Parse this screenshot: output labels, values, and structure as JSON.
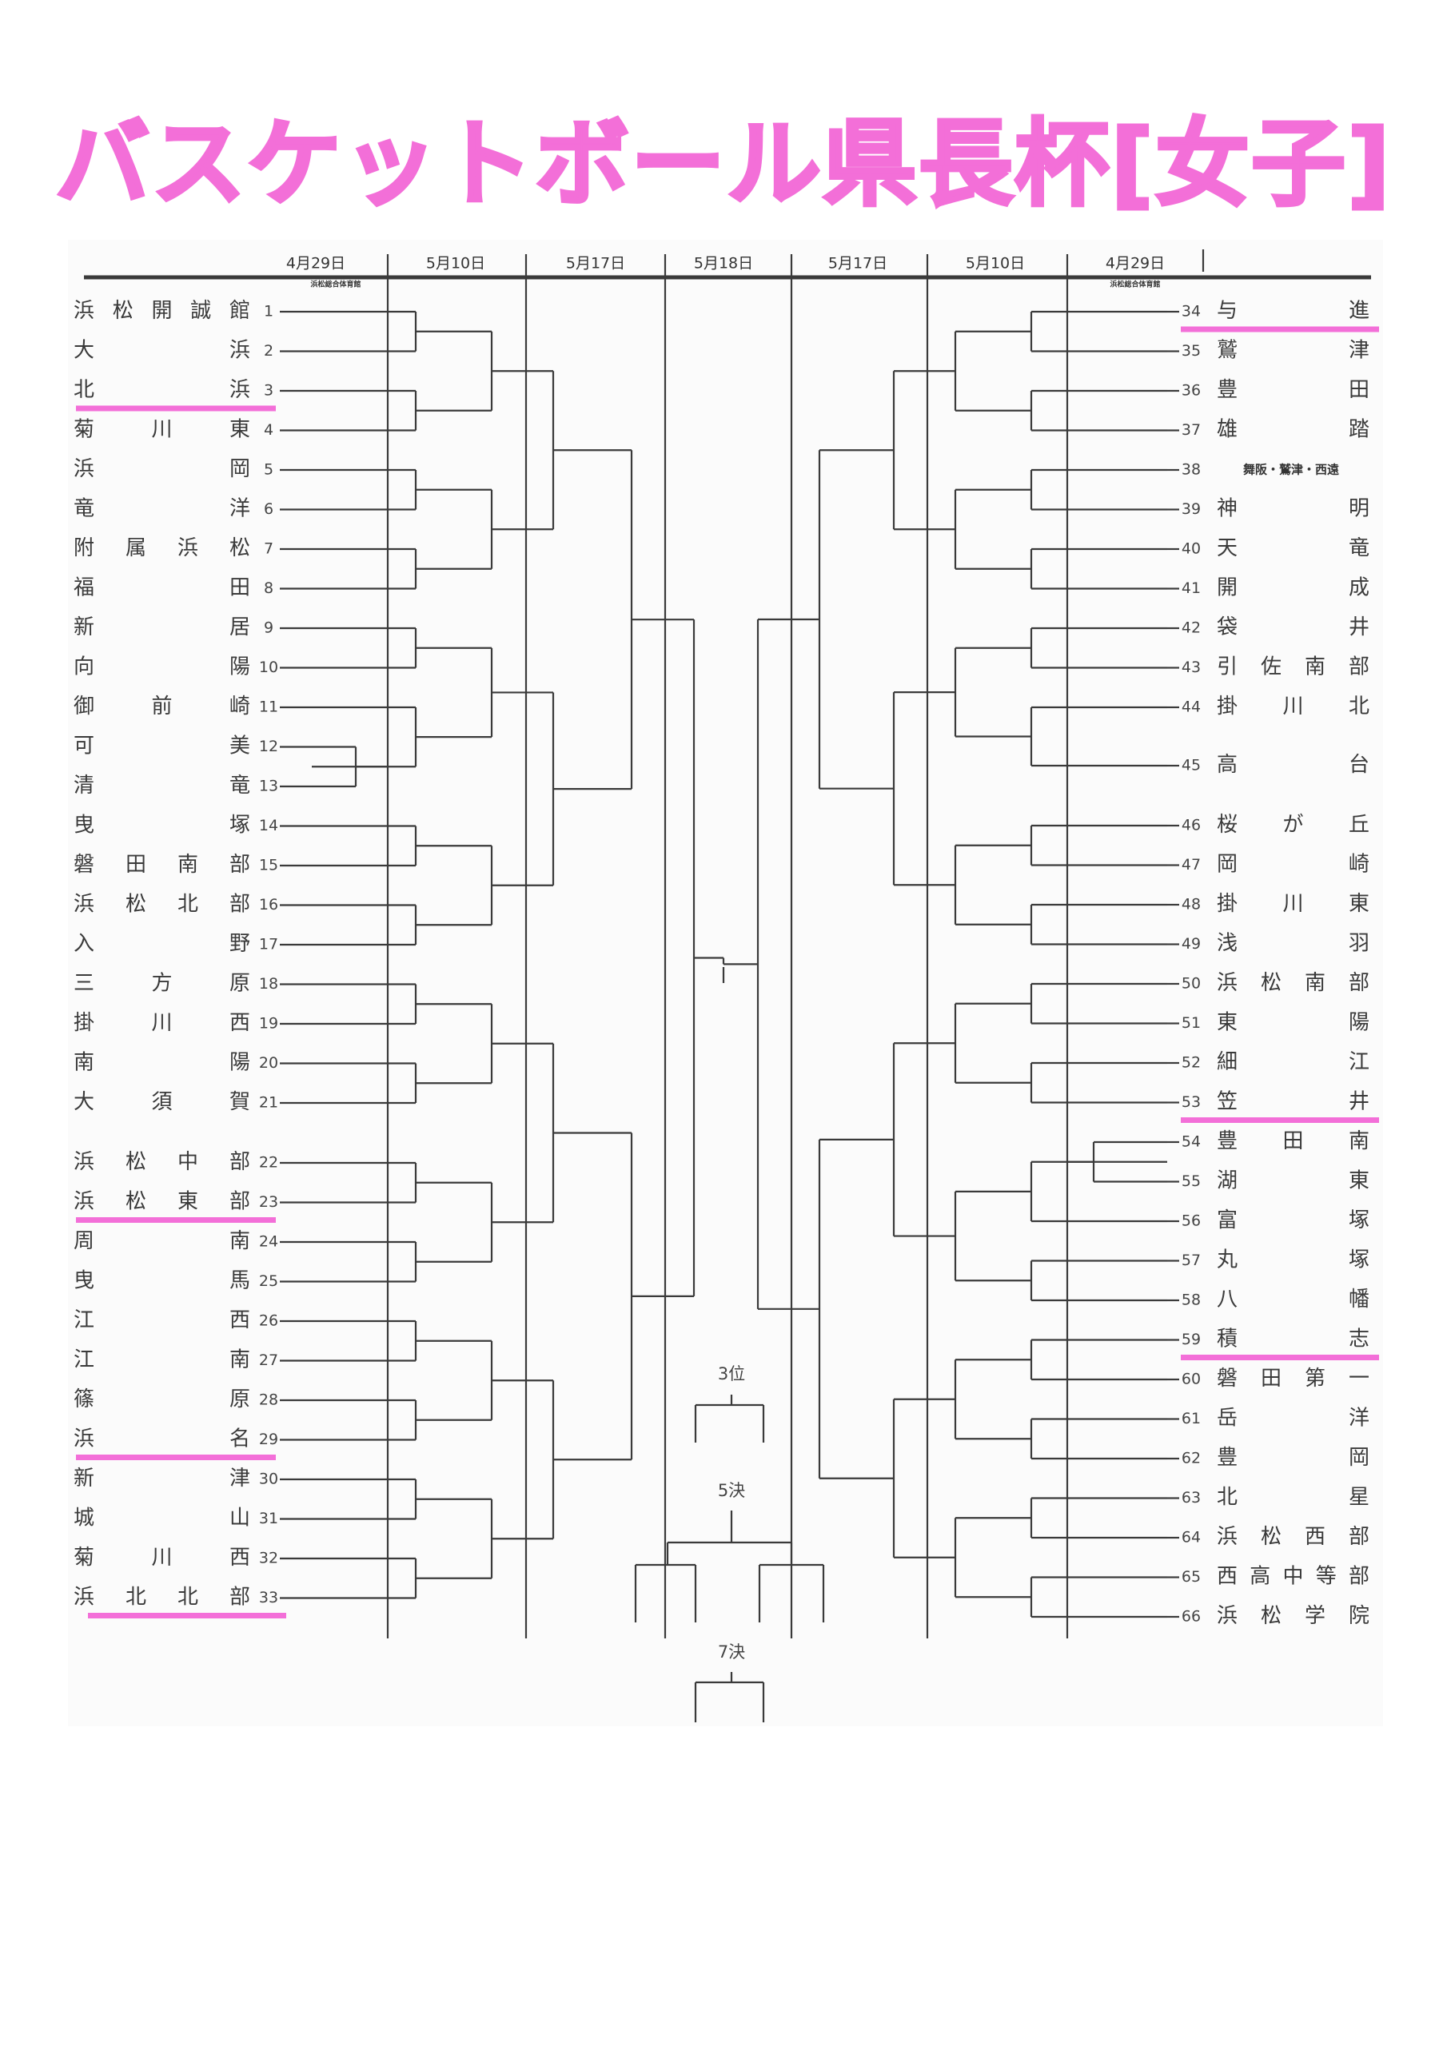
{
  "title": "バスケットボール県長杯[女子]",
  "colors": {
    "title": "#f36fd8",
    "highlight": "#f36fd8",
    "line": "#3a3a3a"
  },
  "round_dates": [
    "4月29日",
    "5月10日",
    "5月17日",
    "5月18日",
    "5月17日",
    "5月10日",
    "4月29日"
  ],
  "venue_note": "浜松総合体育館",
  "left_teams": [
    {
      "num": "1",
      "chars": [
        "浜",
        "松",
        "開",
        "誠",
        "館"
      ]
    },
    {
      "num": "2",
      "chars": [
        "大",
        "浜"
      ]
    },
    {
      "num": "3",
      "chars": [
        "北",
        "浜"
      ]
    },
    {
      "num": "4",
      "chars": [
        "菊",
        "川",
        "東"
      ]
    },
    {
      "num": "5",
      "chars": [
        "浜",
        "岡"
      ]
    },
    {
      "num": "6",
      "chars": [
        "竜",
        "洋"
      ]
    },
    {
      "num": "7",
      "chars": [
        "附",
        "属",
        "浜",
        "松"
      ]
    },
    {
      "num": "8",
      "chars": [
        "福",
        "田"
      ]
    },
    {
      "num": "9",
      "chars": [
        "新",
        "居"
      ]
    },
    {
      "num": "10",
      "chars": [
        "向",
        "陽"
      ]
    },
    {
      "num": "11",
      "chars": [
        "御",
        "前",
        "崎"
      ]
    },
    {
      "num": "12",
      "chars": [
        "可",
        "美"
      ]
    },
    {
      "num": "13",
      "chars": [
        "清",
        "竜"
      ]
    },
    {
      "num": "14",
      "chars": [
        "曳",
        "塚"
      ]
    },
    {
      "num": "15",
      "chars": [
        "磐",
        "田",
        "南",
        "部"
      ]
    },
    {
      "num": "16",
      "chars": [
        "浜",
        "松",
        "北",
        "部"
      ]
    },
    {
      "num": "17",
      "chars": [
        "入",
        "野"
      ]
    },
    {
      "num": "18",
      "chars": [
        "三",
        "方",
        "原"
      ]
    },
    {
      "num": "19",
      "chars": [
        "掛",
        "川",
        "西"
      ]
    },
    {
      "num": "20",
      "chars": [
        "南",
        "陽"
      ]
    },
    {
      "num": "21",
      "chars": [
        "大",
        "須",
        "賀"
      ]
    },
    {
      "num": "22",
      "chars": [
        "浜",
        "松",
        "中",
        "部"
      ]
    },
    {
      "num": "23",
      "chars": [
        "浜",
        "松",
        "東",
        "部"
      ]
    },
    {
      "num": "24",
      "chars": [
        "周",
        "南"
      ]
    },
    {
      "num": "25",
      "chars": [
        "曳",
        "馬"
      ]
    },
    {
      "num": "26",
      "chars": [
        "江",
        "西"
      ]
    },
    {
      "num": "27",
      "chars": [
        "江",
        "南"
      ]
    },
    {
      "num": "28",
      "chars": [
        "篠",
        "原"
      ]
    },
    {
      "num": "29",
      "chars": [
        "浜",
        "名"
      ]
    },
    {
      "num": "30",
      "chars": [
        "新",
        "津"
      ]
    },
    {
      "num": "31",
      "chars": [
        "城",
        "山"
      ]
    },
    {
      "num": "32",
      "chars": [
        "菊",
        "川",
        "西"
      ]
    },
    {
      "num": "33",
      "chars": [
        "浜",
        "北",
        "北",
        "部"
      ]
    }
  ],
  "right_teams": [
    {
      "num": "34",
      "chars": [
        "与",
        "進"
      ]
    },
    {
      "num": "35",
      "chars": [
        "鷲",
        "津"
      ]
    },
    {
      "num": "36",
      "chars": [
        "豊",
        "田"
      ]
    },
    {
      "num": "37",
      "chars": [
        "雄",
        "踏"
      ]
    },
    {
      "num": "38",
      "chars": [
        "舞阪・鷲津・西遠"
      ]
    },
    {
      "num": "39",
      "chars": [
        "神",
        "明"
      ]
    },
    {
      "num": "40",
      "chars": [
        "天",
        "竜"
      ]
    },
    {
      "num": "41",
      "chars": [
        "開",
        "成"
      ]
    },
    {
      "num": "42",
      "chars": [
        "袋",
        "井"
      ]
    },
    {
      "num": "43",
      "chars": [
        "引",
        "佐",
        "南",
        "部"
      ]
    },
    {
      "num": "44",
      "chars": [
        "掛",
        "川",
        "北"
      ]
    },
    {
      "num": "45",
      "chars": [
        "高",
        "台"
      ]
    },
    {
      "num": "46",
      "chars": [
        "桜",
        "が",
        "丘"
      ]
    },
    {
      "num": "47",
      "chars": [
        "岡",
        "崎"
      ]
    },
    {
      "num": "48",
      "chars": [
        "掛",
        "川",
        "東"
      ]
    },
    {
      "num": "49",
      "chars": [
        "浅",
        "羽"
      ]
    },
    {
      "num": "50",
      "chars": [
        "浜",
        "松",
        "南",
        "部"
      ]
    },
    {
      "num": "51",
      "chars": [
        "東",
        "陽"
      ]
    },
    {
      "num": "52",
      "chars": [
        "細",
        "江"
      ]
    },
    {
      "num": "53",
      "chars": [
        "笠",
        "井"
      ]
    },
    {
      "num": "54",
      "chars": [
        "豊",
        "田",
        "南"
      ]
    },
    {
      "num": "55",
      "chars": [
        "湖",
        "東"
      ]
    },
    {
      "num": "56",
      "chars": [
        "富",
        "塚"
      ]
    },
    {
      "num": "57",
      "chars": [
        "丸",
        "塚"
      ]
    },
    {
      "num": "58",
      "chars": [
        "八",
        "幡"
      ]
    },
    {
      "num": "59",
      "chars": [
        "積",
        "志"
      ]
    },
    {
      "num": "60",
      "chars": [
        "磐",
        "田",
        "第",
        "一"
      ]
    },
    {
      "num": "61",
      "chars": [
        "岳",
        "洋"
      ]
    },
    {
      "num": "62",
      "chars": [
        "豊",
        "岡"
      ]
    },
    {
      "num": "63",
      "chars": [
        "北",
        "星"
      ]
    },
    {
      "num": "64",
      "chars": [
        "浜",
        "松",
        "西",
        "部"
      ]
    },
    {
      "num": "65",
      "chars": [
        "西",
        "高",
        "中",
        "等",
        "部"
      ]
    },
    {
      "num": "66",
      "chars": [
        "浜",
        "松",
        "学",
        "院"
      ]
    }
  ],
  "placement_labels": {
    "third": "3位",
    "fifth": "5決",
    "seventh": "7決"
  }
}
